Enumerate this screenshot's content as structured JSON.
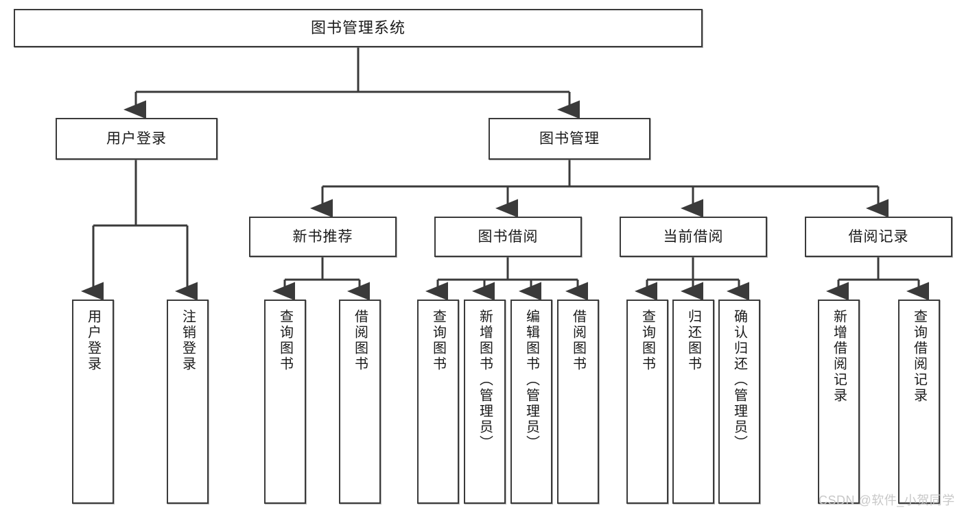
{
  "diagram": {
    "title": "图书管理系统",
    "type": "hierarchy-tree",
    "root": {
      "label": "图书管理系统"
    },
    "level2": [
      {
        "label": "用户登录"
      },
      {
        "label": "图书管理"
      }
    ],
    "level3": [
      {
        "label": "新书推荐"
      },
      {
        "label": "图书借阅"
      },
      {
        "label": "当前借阅"
      },
      {
        "label": "借阅记录"
      }
    ],
    "leaves": {
      "user_login": [
        {
          "label": "用户登录"
        },
        {
          "label": "注销登录"
        }
      ],
      "new_book_recommend": [
        {
          "label": "查询图书"
        },
        {
          "label": "借阅图书"
        }
      ],
      "book_borrow": [
        {
          "label": "查询图书"
        },
        {
          "label": "新增图书（管理员）"
        },
        {
          "label": "编辑图书（管理员）"
        },
        {
          "label": "借阅图书"
        }
      ],
      "current_borrow": [
        {
          "label": "查询图书"
        },
        {
          "label": "归还图书"
        },
        {
          "label": "确认归还（管理员）"
        }
      ],
      "borrow_record": [
        {
          "label": "新增借阅记录"
        },
        {
          "label": "查询借阅记录"
        }
      ]
    }
  },
  "watermark": {
    "text": "CSDN @软件_小贺同学"
  },
  "colors": {
    "stroke": "#3a3a3a",
    "fill": "#ffffff",
    "text": "#1a1a1a",
    "watermark": "#c8c8c8"
  }
}
